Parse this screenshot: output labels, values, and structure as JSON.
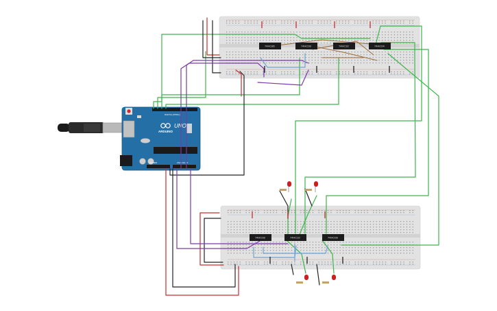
{
  "chips": {
    "top": [
      "74HC86",
      "74HC08",
      "74HC32",
      "74HC04"
    ],
    "bottom": [
      "74HC08",
      "74HC32",
      "74HC08"
    ]
  },
  "arduino": {
    "brand": "ARDUINO",
    "model": "UNO",
    "header_digital": "DIGITAL (PWM~)",
    "header_analog": "ANALOG IN",
    "header_power": "POWER"
  },
  "colors": {
    "breadboard": "#e3e3e3",
    "arduino_board": "#2470a6",
    "wire_green": "#3cb54a",
    "wire_red": "#cc2a2a",
    "wire_black": "#222222",
    "wire_purple": "#7a3aa8",
    "wire_blue": "#6fa3d6",
    "wire_brown": "#9a6a3a",
    "led_red": "#cc2020"
  }
}
